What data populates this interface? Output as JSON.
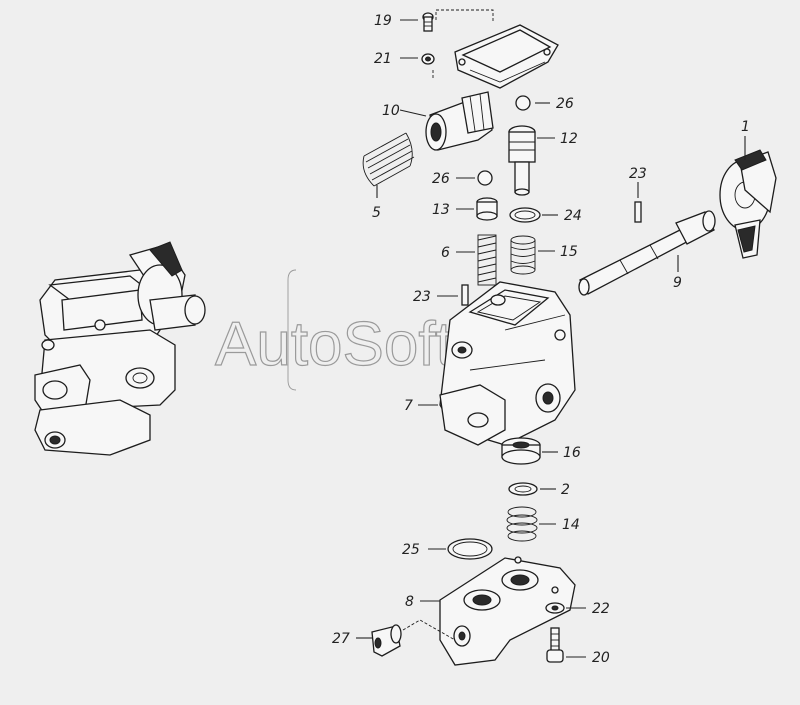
{
  "watermark": "AutoSoft",
  "callouts": [
    {
      "id": "c19",
      "text": "19"
    },
    {
      "id": "c21",
      "text": "21"
    },
    {
      "id": "c10",
      "text": "10"
    },
    {
      "id": "c26a",
      "text": "26"
    },
    {
      "id": "c12",
      "text": "12"
    },
    {
      "id": "c1",
      "text": "1"
    },
    {
      "id": "c5",
      "text": "5"
    },
    {
      "id": "c26b",
      "text": "26"
    },
    {
      "id": "c23a",
      "text": "23"
    },
    {
      "id": "c13",
      "text": "13"
    },
    {
      "id": "c24",
      "text": "24"
    },
    {
      "id": "c6",
      "text": "6"
    },
    {
      "id": "c15",
      "text": "15"
    },
    {
      "id": "c9",
      "text": "9"
    },
    {
      "id": "c23b",
      "text": "23"
    },
    {
      "id": "c7",
      "text": "7"
    },
    {
      "id": "c16",
      "text": "16"
    },
    {
      "id": "c2",
      "text": "2"
    },
    {
      "id": "c14",
      "text": "14"
    },
    {
      "id": "c25",
      "text": "25"
    },
    {
      "id": "c8",
      "text": "8"
    },
    {
      "id": "c22",
      "text": "22"
    },
    {
      "id": "c27",
      "text": "27"
    },
    {
      "id": "c20",
      "text": "20"
    }
  ]
}
